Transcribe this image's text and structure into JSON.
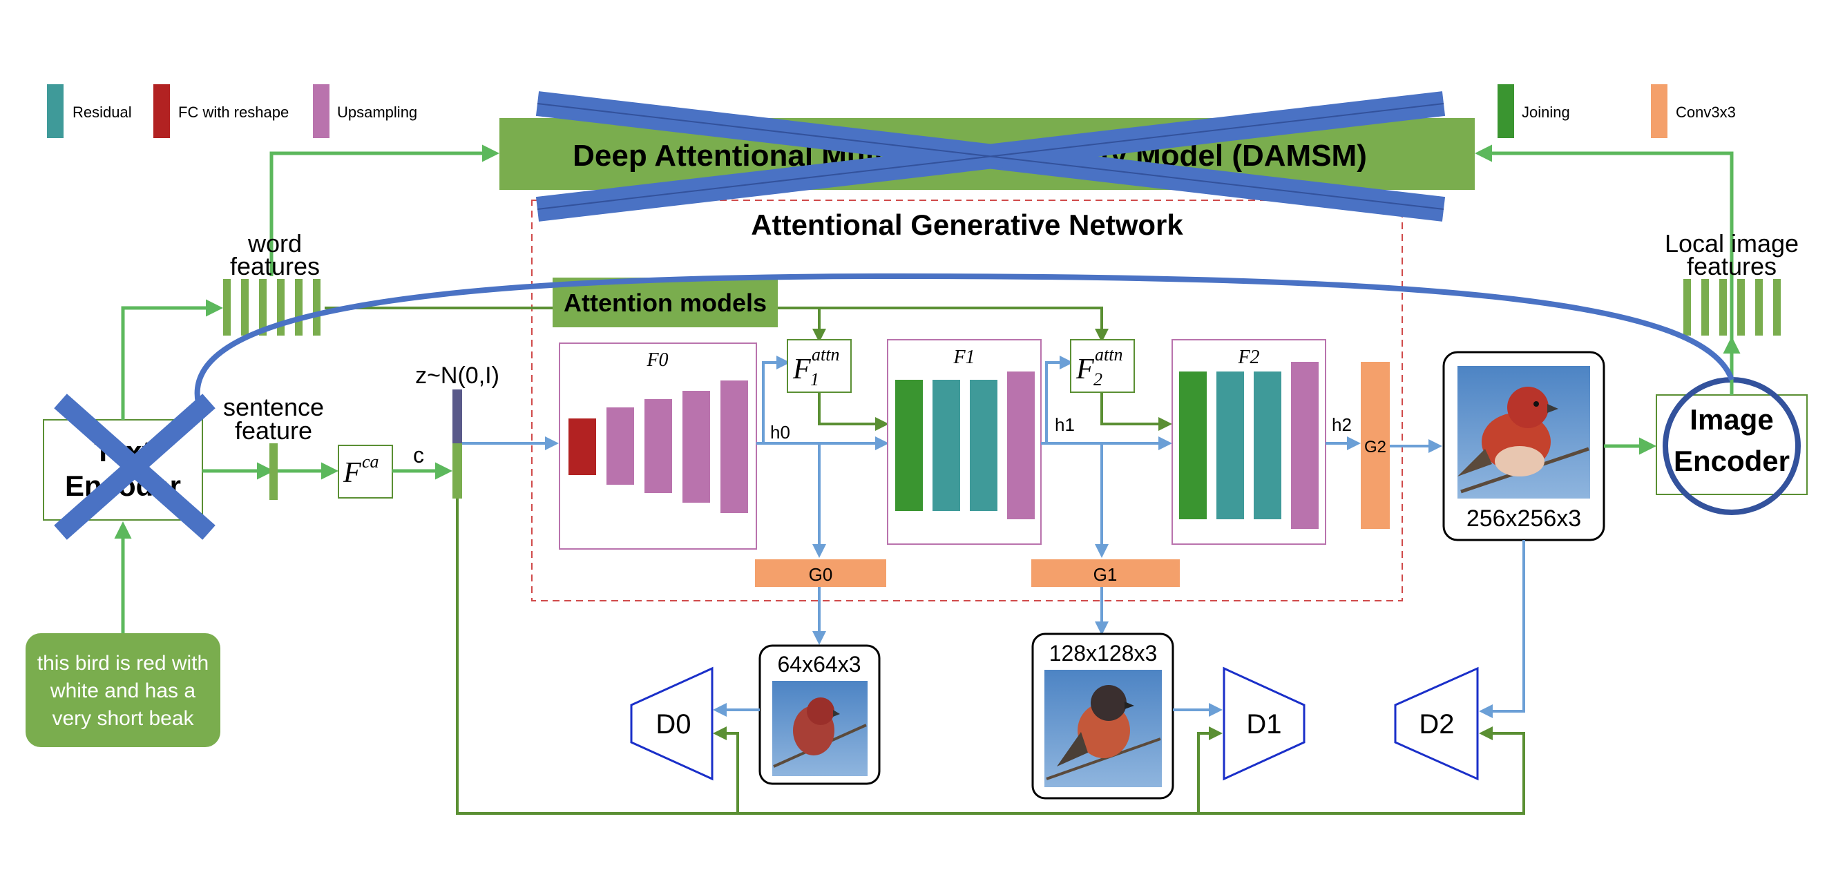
{
  "legend": {
    "residual": "Residual",
    "fc_reshape": "FC with reshape",
    "upsampling": "Upsampling",
    "joining": "Joining",
    "conv": "Conv3x3"
  },
  "colors": {
    "residual": "#3f9a99",
    "fc_reshape": "#b22222",
    "upsampling": "#b973ad",
    "joining": "#3a9530",
    "conv": "#f4a06b",
    "green_fill": "#7aad4e",
    "green_line": "#5a8f33",
    "blue_line": "#6b9fd6",
    "cross_blue": "#4a72c4",
    "discriminator": "#1a2fc9",
    "dashed_red": "#d04a4a"
  },
  "damsm": {
    "title": "Deep Attentional Multimodal Similarity Model (DAMSM)"
  },
  "agn": {
    "title": "Attentional Generative Network"
  },
  "attention_models": "Attention models",
  "word_features": {
    "line1": "word",
    "line2": "features"
  },
  "sentence_feature": {
    "line1": "sentence",
    "line2": "feature"
  },
  "local_image_features": {
    "line1": "Local image",
    "line2": "features"
  },
  "text_encoder": {
    "line1": "Text",
    "line2": "Encoder"
  },
  "image_encoder": {
    "line1": "Image",
    "line2": "Encoder"
  },
  "caption": {
    "line1": "this bird is red with",
    "line2": "white and has a",
    "line3": "very short beak"
  },
  "fca": {
    "base": "F",
    "sup": "ca"
  },
  "c_label": "c",
  "z_label": "z~N(0,I)",
  "blocks": {
    "f0": "F0",
    "f1": "F1",
    "f2": "F2"
  },
  "attn1": {
    "base": "F",
    "sub": "1",
    "sup": "attn"
  },
  "attn2": {
    "base": "F",
    "sub": "2",
    "sup": "attn"
  },
  "hidden": {
    "h0": "h0",
    "h1": "h1",
    "h2": "h2"
  },
  "generators": {
    "g0": "G0",
    "g1": "G1",
    "g2": "G2"
  },
  "outputs": {
    "o64": "64x64x3",
    "o128": "128x128x3",
    "o256": "256x256x3"
  },
  "discriminators": {
    "d0": "D0",
    "d1": "D1",
    "d2": "D2"
  }
}
